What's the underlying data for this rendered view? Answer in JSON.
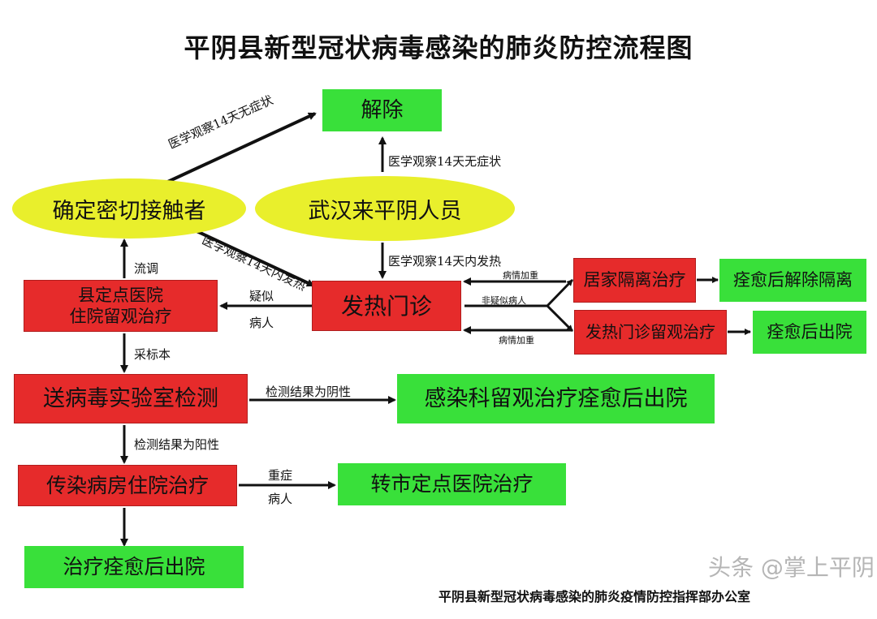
{
  "title": "平阴县新型冠状病毒感染的肺炎防控流程图",
  "nodes": {
    "release": "解除",
    "close_contacts": "确定密切接触者",
    "wuhan_arrivals": "武汉来平阴人员",
    "county_hospital_line1": "县定点医院",
    "county_hospital_line2": "住院留观治疗",
    "fever_clinic": "发热门诊",
    "home_isolation": "居家隔离治疗",
    "home_recovered": "痊愈后解除隔离",
    "clinic_observation": "发热门诊留观治疗",
    "clinic_recovered": "痊愈后出院",
    "lab_test": "送病毒实验室检测",
    "infection_ward": "感染科留观治疗痊愈后出院",
    "infectious_ward": "传染病房住院治疗",
    "city_hospital": "转市定点医院治疗",
    "treatment_discharge": "治疗痊愈后出院"
  },
  "edges": {
    "observe_no_symptoms_diag": "医学观察14天无症状",
    "observe_no_symptoms_vert": "医学观察14天无症状",
    "observe_fever_diag": "医学观察14天内发热",
    "observe_fever_vert": "医学观察14天内发热",
    "epi_survey": "流调",
    "suspected_1": "疑似",
    "suspected_2": "病人",
    "worsened_top": "病情加重",
    "not_suspected": "非疑似病人",
    "worsened_bottom": "病情加重",
    "sample": "采标本",
    "negative": "检测结果为阴性",
    "positive": "检测结果为阳性",
    "severe_1": "重症",
    "severe_2": "病人"
  },
  "footer": "平阴县新型冠状病毒感染的肺炎疫情防控指挥部办公室",
  "watermark": "头条 @掌上平阴",
  "colors": {
    "green": "#39e03a",
    "red": "#e62b2b",
    "yellow": "#e9ef2c",
    "arrow": "#111111"
  }
}
